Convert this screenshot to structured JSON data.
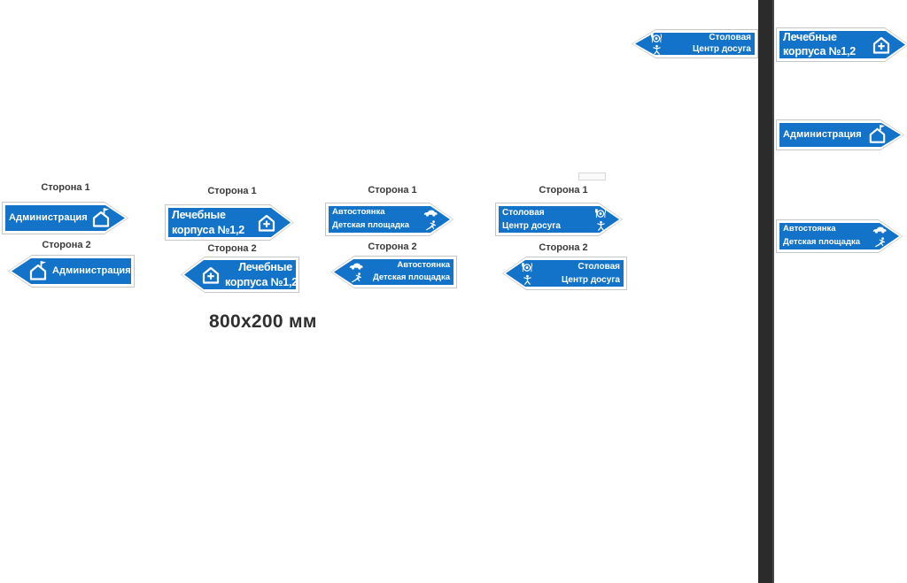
{
  "labels": {
    "side1": "Сторона 1",
    "side2": "Сторона 2",
    "dimensions": "800x200 мм"
  },
  "signs": {
    "administration": {
      "line1": "Администрация",
      "icon": "house-flag-icon"
    },
    "medical_buildings": {
      "line1": "Лечебные",
      "line2": "корпуса №1,2",
      "icon": "house-plus-icon"
    },
    "parking_playground": {
      "line1": "Автостоянка",
      "line2": "Детская площадка",
      "icon1": "car-icon",
      "icon2": "playground-icon"
    },
    "dining_leisure": {
      "line1": "Столовая",
      "line2": "Центр досуга",
      "icon1": "dining-icon",
      "icon2": "dancer-icon"
    }
  },
  "colors": {
    "sign_blue": "#1373c8",
    "sign_border": "#ffffff",
    "sign_outline": "#c6c6c6",
    "pole": "#2b2b2b",
    "label_text": "#3a3a3a"
  }
}
